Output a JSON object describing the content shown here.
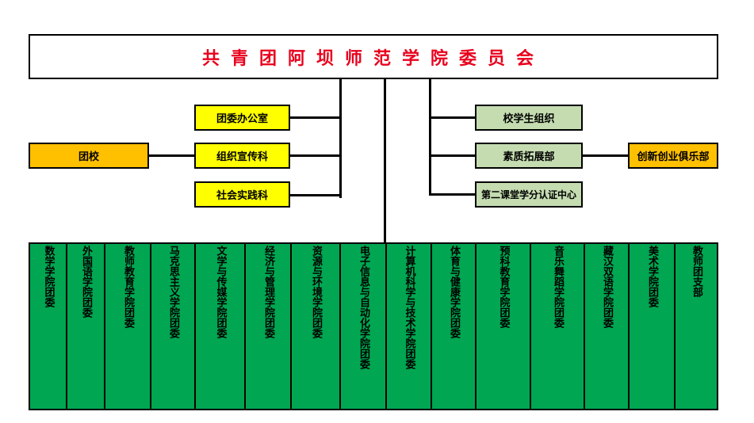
{
  "title": "共青团阿坝师范学院委员会",
  "left_offices": [
    "团委办公室",
    "组织宣传科",
    "社会实践科"
  ],
  "school": "团校",
  "right_units": [
    "校学生组织",
    "素质拓展部",
    "第二课堂学分认证中心"
  ],
  "club": "创新创业俱乐部",
  "departments": [
    "数学学院团委",
    "外国语学院团委",
    "教师教育学院团委",
    "马克思主义学院团委",
    "文学与传媒学院团委",
    "经济与管理学院团委",
    "资源与环境学院团委",
    "电子信息与自动化学院团委",
    "计算机科学与技术学院团委",
    "体育与健康学院团委",
    "预科教育学院团委",
    "音乐舞蹈学院团委",
    "藏汉双语学院团委",
    "美术学院团委",
    "教师团支部"
  ],
  "colors": {
    "title_text": "#e8001c",
    "office": "#ffff00",
    "school": "#ffc000",
    "unit": "#c4dcb0",
    "department": "#00a651"
  }
}
